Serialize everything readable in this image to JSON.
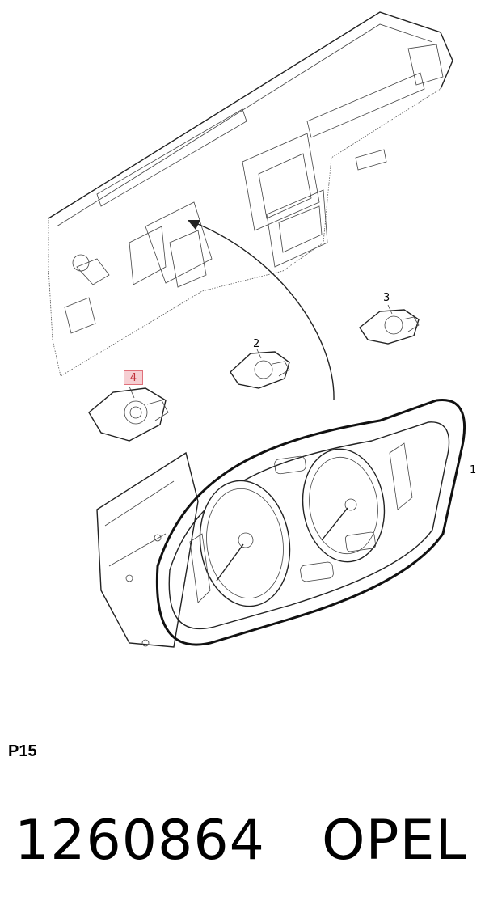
{
  "diagram": {
    "callouts": {
      "one": "1",
      "two": "2",
      "three": "3",
      "four": "4"
    },
    "highlight_color": "#f6cfd3"
  },
  "footer": {
    "page_code": "P15",
    "part_number": "1260864",
    "brand": "OPEL"
  }
}
